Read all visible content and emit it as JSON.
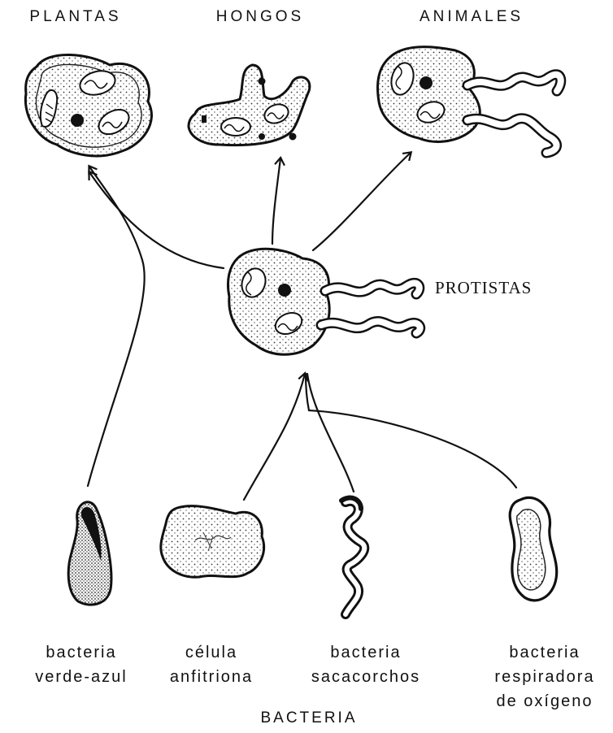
{
  "labels": {
    "plantas": "PLANTAS",
    "hongos": "HONGOS",
    "animales": "ANIMALES",
    "protistas": "PROTISTAS",
    "bacteria_group": "BACTERIA",
    "verde_azul": [
      "bacteria",
      "verde-azul"
    ],
    "anfitriona": [
      "célula",
      "anfitriona"
    ],
    "sacacorchos": [
      "bacteria",
      "sacacorchos"
    ],
    "respiradora": [
      "bacteria",
      "respiradora",
      "de oxígeno"
    ]
  }
}
